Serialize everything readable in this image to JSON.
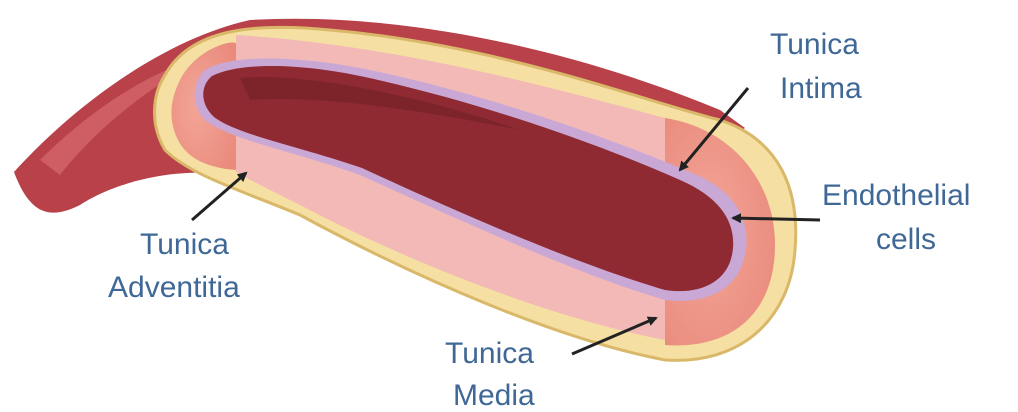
{
  "diagram": {
    "labels": {
      "intima": [
        "Tunica",
        "Intima"
      ],
      "endothelial": [
        "Endothelial",
        "cells"
      ],
      "adventitia": [
        "Tunica",
        "Adventitia"
      ],
      "media": [
        "Tunica",
        "Media"
      ]
    },
    "colors": {
      "label_text": "#3f6896",
      "vessel_outer": "#b8414a",
      "vessel_highlight": "#d86a6f",
      "adventitia": "#f5dfa2",
      "adventitia_edge": "#d9b86a",
      "media": "#f2b9b7",
      "media_cut": "#ef9a8c",
      "intima": "#c9a8d6",
      "lumen": "#8f2a32",
      "lumen_dark": "#6f1d25",
      "arrow": "#222222"
    }
  }
}
